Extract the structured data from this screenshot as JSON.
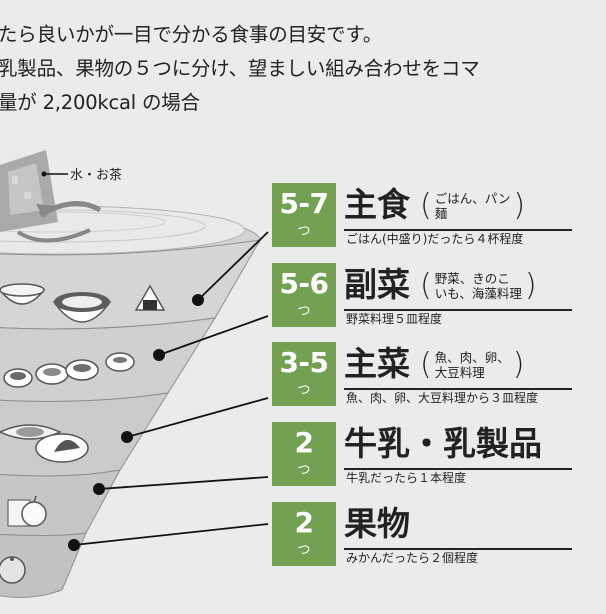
{
  "intro": {
    "line1": "たら良いかが一目で分かる食事の目安です。",
    "line2": "乳製品、果物の５つに分け、望ましい組み合わせをコマ",
    "line3": "量が 2,200kcal の場合"
  },
  "water_label": "水・お茶",
  "groups": [
    {
      "count": "5-7",
      "unit": "つ",
      "name": "主食",
      "examples": "ごはん、パン\n麺",
      "note": "ごはん(中盛り)だったら４杯程度"
    },
    {
      "count": "5-6",
      "unit": "つ",
      "name": "副菜",
      "examples": "野菜、きのこ\nいも、海藻料理",
      "note": "野菜料理５皿程度"
    },
    {
      "count": "3-5",
      "unit": "つ",
      "name": "主菜",
      "examples": "魚、肉、卵、\n大豆料理",
      "note": "魚、肉、卵、大豆料理から３皿程度"
    },
    {
      "count": "2",
      "unit": "つ",
      "name": "牛乳・乳製品",
      "examples": "",
      "note": "牛乳だったら１本程度"
    },
    {
      "count": "2",
      "unit": "つ",
      "name": "果物",
      "examples": "",
      "note": "みかんだったら２個程度"
    }
  ],
  "colors": {
    "accent": "#74a052",
    "background": "#ebebeb",
    "top": "#e7e7e7",
    "tier": "#d5d5d5",
    "dots": "#111111"
  }
}
